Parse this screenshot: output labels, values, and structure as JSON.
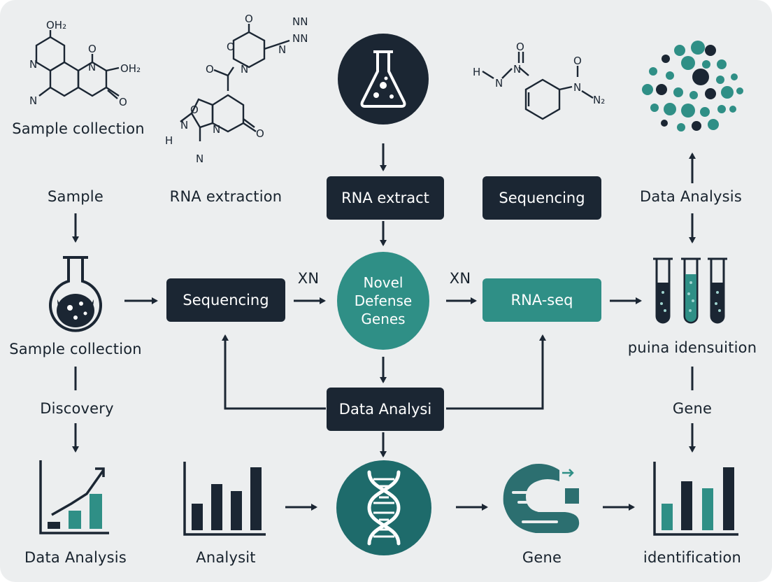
{
  "labels": {
    "sample_collection_top": "Sample collection",
    "rna_extraction": "RNA extraction",
    "sample": "Sample",
    "data_analysis_right_top": "Data Analysis",
    "sample_collection_mid": "Sample collection",
    "puina": "puina idensuition",
    "discovery": "Discovery",
    "gene_right": "Gene",
    "xn_left": "XN",
    "xn_right": "XN",
    "data_analysis_bottom_left": "Data Analysis",
    "analysit": "Analysit",
    "gene_bottom": "Gene",
    "identification": "identification"
  },
  "boxes": {
    "rna_extract": "RNA extract",
    "sequencing_top": "Sequencing",
    "sequencing_mid": "Sequencing",
    "rna_seq": "RNA-seq",
    "data_analysi": "Data Analysi"
  },
  "center": {
    "line1": "Novel",
    "line2": "Defense",
    "line3": "Genes"
  },
  "chem": {
    "m1_oh2": "OH₂",
    "m1_n1": "N",
    "m1_o": "O",
    "m1_n2": "N",
    "m1_oh2b": "OH₂",
    "m1_n3": "N",
    "m1_o2": "O",
    "m2_nn": "NN",
    "m2_o1": "O",
    "m2_o2": "O",
    "m2_n1": "N",
    "m2_o3": "O",
    "m2_n2": "N",
    "m2_o4": "O",
    "m2_n3": "N",
    "m2_h": "H",
    "m2_n4": "N",
    "m2_n5": "N",
    "m2_o5": "O",
    "m3_h": "H",
    "m3_n1": "N",
    "m3_n2": "N",
    "m3_o1": "O",
    "m4_o": "O",
    "m4_n": "N",
    "m4_n2": "N₂"
  },
  "colors": {
    "navy": "#1b2633",
    "teal": "#2f8f86",
    "background": "#eceeef"
  }
}
